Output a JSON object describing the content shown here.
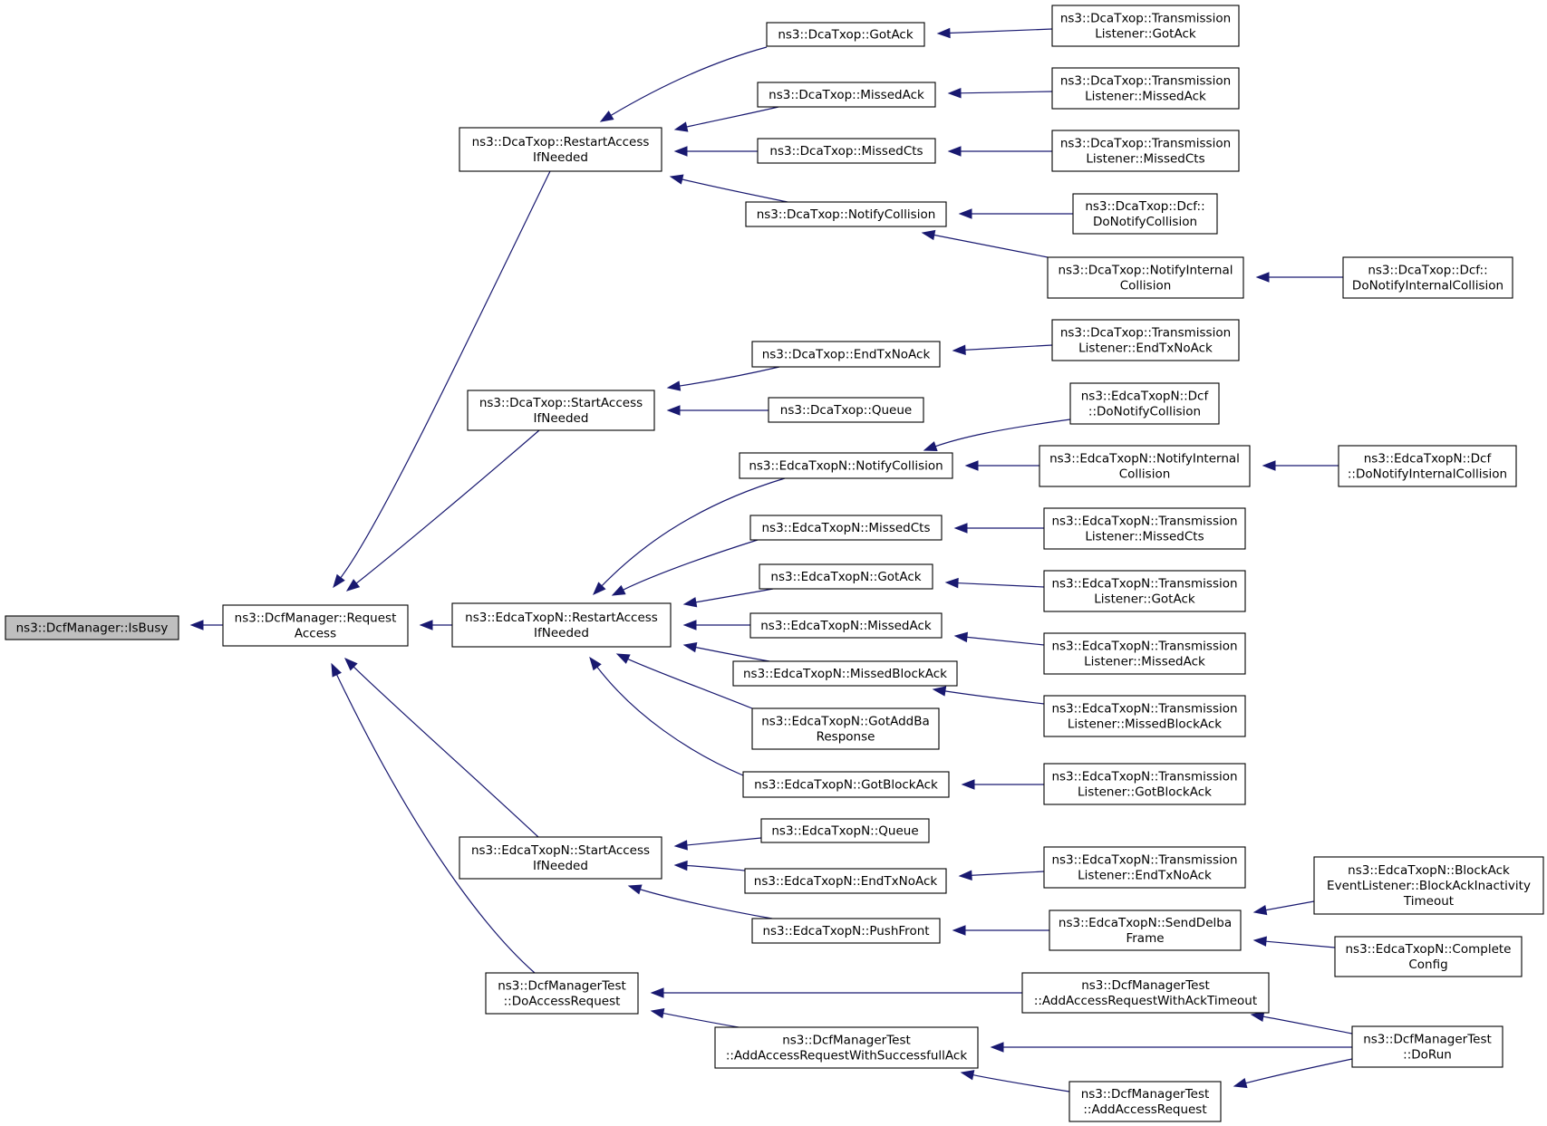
{
  "graph": {
    "edge_color": "#191970",
    "root_fill": "#bfbfbf",
    "nodes": [
      {
        "id": "isbusy",
        "lines": [
          "ns3::DcfManager::IsBusy"
        ]
      },
      {
        "id": "reqaccess",
        "lines": [
          "ns3::DcfManager::Request",
          "Access"
        ]
      },
      {
        "id": "dca_restart",
        "lines": [
          "ns3::DcaTxop::RestartAccess",
          "IfNeeded"
        ]
      },
      {
        "id": "dca_start",
        "lines": [
          "ns3::DcaTxop::StartAccess",
          "IfNeeded"
        ]
      },
      {
        "id": "edca_restart",
        "lines": [
          "ns3::EdcaTxopN::RestartAccess",
          "IfNeeded"
        ]
      },
      {
        "id": "edca_start",
        "lines": [
          "ns3::EdcaTxopN::StartAccess",
          "IfNeeded"
        ]
      },
      {
        "id": "dcfmt_doaccess",
        "lines": [
          "ns3::DcfManagerTest",
          "::DoAccessRequest"
        ]
      },
      {
        "id": "dca_gotack",
        "lines": [
          "ns3::DcaTxop::GotAck"
        ]
      },
      {
        "id": "dca_missedack",
        "lines": [
          "ns3::DcaTxop::MissedAck"
        ]
      },
      {
        "id": "dca_missedcts",
        "lines": [
          "ns3::DcaTxop::MissedCts"
        ]
      },
      {
        "id": "dca_notifycoll",
        "lines": [
          "ns3::DcaTxop::NotifyCollision"
        ]
      },
      {
        "id": "dca_endtx",
        "lines": [
          "ns3::DcaTxop::EndTxNoAck"
        ]
      },
      {
        "id": "dca_queue",
        "lines": [
          "ns3::DcaTxop::Queue"
        ]
      },
      {
        "id": "edca_notifycoll",
        "lines": [
          "ns3::EdcaTxopN::NotifyCollision"
        ]
      },
      {
        "id": "edca_missedcts",
        "lines": [
          "ns3::EdcaTxopN::MissedCts"
        ]
      },
      {
        "id": "edca_gotack",
        "lines": [
          "ns3::EdcaTxopN::GotAck"
        ]
      },
      {
        "id": "edca_missedack",
        "lines": [
          "ns3::EdcaTxopN::MissedAck"
        ]
      },
      {
        "id": "edca_missedblockack",
        "lines": [
          "ns3::EdcaTxopN::MissedBlockAck"
        ]
      },
      {
        "id": "edca_gotaddba",
        "lines": [
          "ns3::EdcaTxopN::GotAddBa",
          "Response"
        ]
      },
      {
        "id": "edca_gotblockack",
        "lines": [
          "ns3::EdcaTxopN::GotBlockAck"
        ]
      },
      {
        "id": "edca_queue",
        "lines": [
          "ns3::EdcaTxopN::Queue"
        ]
      },
      {
        "id": "edca_endtx",
        "lines": [
          "ns3::EdcaTxopN::EndTxNoAck"
        ]
      },
      {
        "id": "edca_pushfront",
        "lines": [
          "ns3::EdcaTxopN::PushFront"
        ]
      },
      {
        "id": "dcfmt_addsucc",
        "lines": [
          "ns3::DcfManagerTest",
          "::AddAccessRequestWithSuccessfullAck"
        ]
      },
      {
        "id": "dca_tl_gotack",
        "lines": [
          "ns3::DcaTxop::Transmission",
          "Listener::GotAck"
        ]
      },
      {
        "id": "dca_tl_missedack",
        "lines": [
          "ns3::DcaTxop::Transmission",
          "Listener::MissedAck"
        ]
      },
      {
        "id": "dca_tl_missedcts",
        "lines": [
          "ns3::DcaTxop::Transmission",
          "Listener::MissedCts"
        ]
      },
      {
        "id": "dca_dcf_donotify",
        "lines": [
          "ns3::DcaTxop::Dcf::",
          "DoNotifyCollision"
        ]
      },
      {
        "id": "dca_notifyinternal",
        "lines": [
          "ns3::DcaTxop::NotifyInternal",
          "Collision"
        ]
      },
      {
        "id": "dca_tl_endtx",
        "lines": [
          "ns3::DcaTxop::Transmission",
          "Listener::EndTxNoAck"
        ]
      },
      {
        "id": "edca_dcf_donotify",
        "lines": [
          "ns3::EdcaTxopN::Dcf",
          "::DoNotifyCollision"
        ]
      },
      {
        "id": "edca_notifyinternal",
        "lines": [
          "ns3::EdcaTxopN::NotifyInternal",
          "Collision"
        ]
      },
      {
        "id": "edca_tl_missedcts",
        "lines": [
          "ns3::EdcaTxopN::Transmission",
          "Listener::MissedCts"
        ]
      },
      {
        "id": "edca_tl_gotack",
        "lines": [
          "ns3::EdcaTxopN::Transmission",
          "Listener::GotAck"
        ]
      },
      {
        "id": "edca_tl_missedack",
        "lines": [
          "ns3::EdcaTxopN::Transmission",
          "Listener::MissedAck"
        ]
      },
      {
        "id": "edca_tl_missedblockack",
        "lines": [
          "ns3::EdcaTxopN::Transmission",
          "Listener::MissedBlockAck"
        ]
      },
      {
        "id": "edca_tl_gotblockack",
        "lines": [
          "ns3::EdcaTxopN::Transmission",
          "Listener::GotBlockAck"
        ]
      },
      {
        "id": "edca_tl_endtx",
        "lines": [
          "ns3::EdcaTxopN::Transmission",
          "Listener::EndTxNoAck"
        ]
      },
      {
        "id": "edca_senddelba",
        "lines": [
          "ns3::EdcaTxopN::SendDelba",
          "Frame"
        ]
      },
      {
        "id": "dcfmt_addacktimeout",
        "lines": [
          "ns3::DcfManagerTest",
          "::AddAccessRequestWithAckTimeout"
        ]
      },
      {
        "id": "dcfmt_addaccess",
        "lines": [
          "ns3::DcfManagerTest",
          "::AddAccessRequest"
        ]
      },
      {
        "id": "dca_dcf_donotifyinternal",
        "lines": [
          "ns3::DcaTxop::Dcf::",
          "DoNotifyInternalCollision"
        ]
      },
      {
        "id": "edca_dcf_donotifyinternal",
        "lines": [
          "ns3::EdcaTxopN::Dcf",
          "::DoNotifyInternalCollision"
        ]
      },
      {
        "id": "edca_blockack_timeout",
        "lines": [
          "ns3::EdcaTxopN::BlockAck",
          "EventListener::BlockAckInactivity",
          "Timeout"
        ]
      },
      {
        "id": "edca_completeconfig",
        "lines": [
          "ns3::EdcaTxopN::Complete",
          "Config"
        ]
      },
      {
        "id": "dcfmt_dorun",
        "lines": [
          "ns3::DcfManagerTest",
          "::DoRun"
        ]
      }
    ],
    "edges": [
      {
        "from": "reqaccess",
        "to": "isbusy"
      },
      {
        "from": "dca_restart",
        "to": "reqaccess"
      },
      {
        "from": "dca_start",
        "to": "reqaccess"
      },
      {
        "from": "edca_restart",
        "to": "reqaccess"
      },
      {
        "from": "edca_start",
        "to": "reqaccess"
      },
      {
        "from": "dcfmt_doaccess",
        "to": "reqaccess"
      },
      {
        "from": "dca_gotack",
        "to": "dca_restart"
      },
      {
        "from": "dca_missedack",
        "to": "dca_restart"
      },
      {
        "from": "dca_missedcts",
        "to": "dca_restart"
      },
      {
        "from": "dca_notifycoll",
        "to": "dca_restart"
      },
      {
        "from": "dca_endtx",
        "to": "dca_start"
      },
      {
        "from": "dca_queue",
        "to": "dca_start"
      },
      {
        "from": "edca_notifycoll",
        "to": "edca_restart"
      },
      {
        "from": "edca_missedcts",
        "to": "edca_restart"
      },
      {
        "from": "edca_gotack",
        "to": "edca_restart"
      },
      {
        "from": "edca_missedack",
        "to": "edca_restart"
      },
      {
        "from": "edca_missedblockack",
        "to": "edca_restart"
      },
      {
        "from": "edca_gotaddba",
        "to": "edca_restart"
      },
      {
        "from": "edca_gotblockack",
        "to": "edca_restart"
      },
      {
        "from": "edca_queue",
        "to": "edca_start"
      },
      {
        "from": "edca_endtx",
        "to": "edca_start"
      },
      {
        "from": "edca_pushfront",
        "to": "edca_start"
      },
      {
        "from": "dcfmt_addacktimeout",
        "to": "dcfmt_doaccess"
      },
      {
        "from": "dcfmt_addsucc",
        "to": "dcfmt_doaccess"
      },
      {
        "from": "dca_tl_gotack",
        "to": "dca_gotack"
      },
      {
        "from": "dca_tl_missedack",
        "to": "dca_missedack"
      },
      {
        "from": "dca_tl_missedcts",
        "to": "dca_missedcts"
      },
      {
        "from": "dca_dcf_donotify",
        "to": "dca_notifycoll"
      },
      {
        "from": "dca_notifyinternal",
        "to": "dca_notifycoll"
      },
      {
        "from": "dca_dcf_donotifyinternal",
        "to": "dca_notifyinternal"
      },
      {
        "from": "dca_tl_endtx",
        "to": "dca_endtx"
      },
      {
        "from": "edca_dcf_donotify",
        "to": "edca_notifycoll"
      },
      {
        "from": "edca_notifyinternal",
        "to": "edca_notifycoll"
      },
      {
        "from": "edca_dcf_donotifyinternal",
        "to": "edca_notifyinternal"
      },
      {
        "from": "edca_tl_missedcts",
        "to": "edca_missedcts"
      },
      {
        "from": "edca_tl_gotack",
        "to": "edca_gotack"
      },
      {
        "from": "edca_tl_missedack",
        "to": "edca_missedack"
      },
      {
        "from": "edca_tl_missedblockack",
        "to": "edca_missedblockack"
      },
      {
        "from": "edca_tl_gotblockack",
        "to": "edca_gotblockack"
      },
      {
        "from": "edca_tl_endtx",
        "to": "edca_endtx"
      },
      {
        "from": "edca_senddelba",
        "to": "edca_pushfront"
      },
      {
        "from": "edca_blockack_timeout",
        "to": "edca_senddelba"
      },
      {
        "from": "edca_completeconfig",
        "to": "edca_senddelba"
      },
      {
        "from": "dcfmt_dorun",
        "to": "dcfmt_addacktimeout"
      },
      {
        "from": "dcfmt_dorun",
        "to": "dcfmt_addsucc"
      },
      {
        "from": "dcfmt_addaccess",
        "to": "dcfmt_addsucc"
      },
      {
        "from": "dcfmt_dorun",
        "to": "dcfmt_addaccess"
      }
    ]
  }
}
